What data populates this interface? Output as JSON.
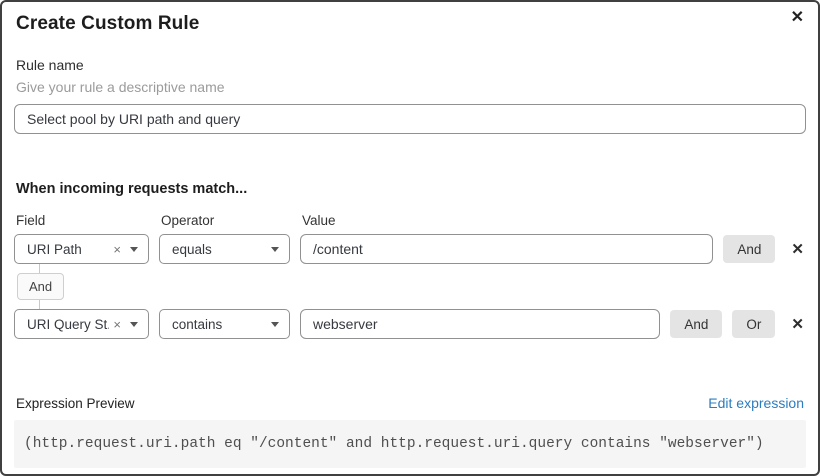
{
  "dialog": {
    "title": "Create Custom Rule"
  },
  "icons": {
    "close": "✕",
    "clear": "×",
    "remove": "✕"
  },
  "rule_name": {
    "label": "Rule name",
    "hint": "Give your rule a descriptive name",
    "value": "Select pool by URI path and query"
  },
  "conditions": {
    "heading": "When incoming requests match...",
    "columns": {
      "field": "Field",
      "operator": "Operator",
      "value": "Value"
    },
    "connector_label": "And",
    "rows": [
      {
        "field": "URI Path",
        "operator": "equals",
        "value": "/content",
        "and_label": "And"
      },
      {
        "field": "URI Query St...",
        "operator": "contains",
        "value": "webserver",
        "and_label": "And",
        "or_label": "Or"
      }
    ]
  },
  "expression": {
    "label": "Expression Preview",
    "edit_link": "Edit expression",
    "code": "(http.request.uri.path eq \"/content\" and http.request.uri.query contains \"webserver\")"
  },
  "colors": {
    "link_blue": "#2c7cbe",
    "code_bg": "#f5f5f5",
    "button_gray": "#e4e4e4",
    "border_gray": "#919191"
  }
}
